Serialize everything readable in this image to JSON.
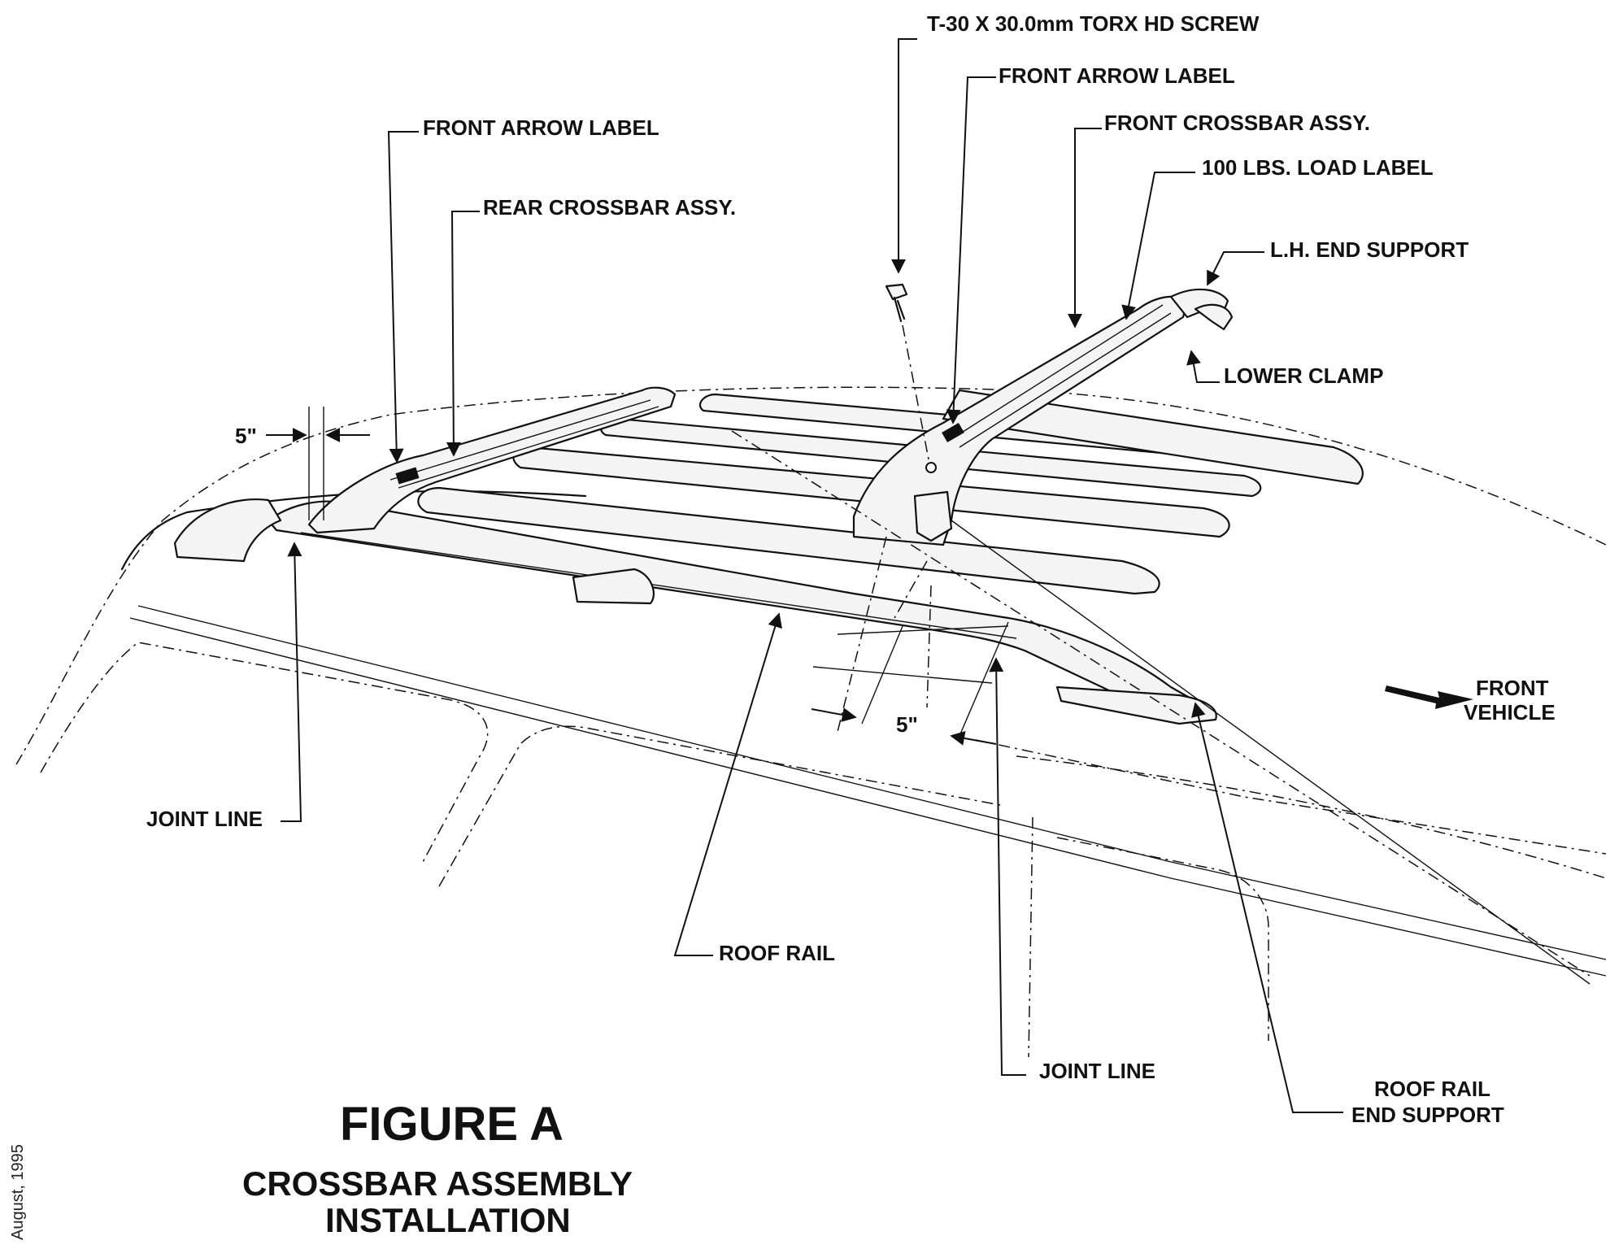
{
  "callouts": {
    "screw": "T-30 X 30.0mm TORX HD SCREW",
    "front_arrow_label_left": "FRONT ARROW LABEL",
    "front_arrow_label_right": "FRONT ARROW LABEL",
    "front_crossbar": "FRONT CROSSBAR ASSY.",
    "rear_crossbar": "REAR CROSSBAR ASSY.",
    "load_label": "100 LBS. LOAD LABEL",
    "lh_end_support": "L.H. END SUPPORT",
    "lower_clamp": "LOWER CLAMP",
    "dim_left": "5\"",
    "dim_center": "5\"",
    "front_vehicle_line1": "FRONT",
    "front_vehicle_line2": "VEHICLE",
    "joint_line_left": "JOINT LINE",
    "joint_line_right": "JOINT LINE",
    "roof_rail": "ROOF RAIL",
    "roof_rail_end_line1": "ROOF RAIL",
    "roof_rail_end_line2": "END SUPPORT"
  },
  "title": {
    "figure": "FIGURE A",
    "subtitle_line1": "CROSSBAR ASSEMBLY",
    "subtitle_line2": "INSTALLATION"
  },
  "date": "August, 1995"
}
